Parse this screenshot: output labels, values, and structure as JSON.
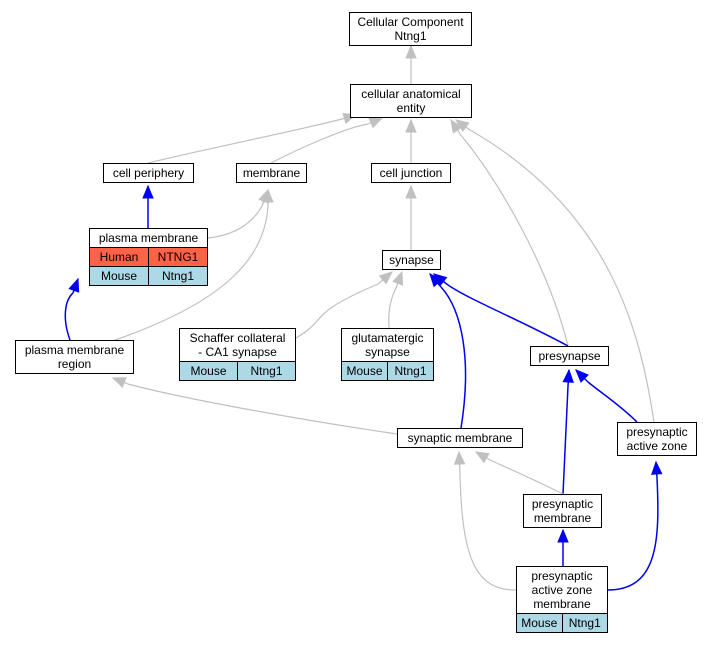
{
  "colors": {
    "is_a": "#c0c0c0",
    "part_of": "#0000ee",
    "human": "#ff6347",
    "mouse": "#add8e6"
  },
  "nodes": [
    {
      "id": "cc",
      "lines": [
        "Cellular Component",
        "Ntng1"
      ]
    },
    {
      "id": "cae",
      "lines": [
        "cellular anatomical",
        "entity"
      ]
    },
    {
      "id": "cp",
      "lines": [
        "cell periphery"
      ]
    },
    {
      "id": "mem",
      "lines": [
        "membrane"
      ]
    },
    {
      "id": "cj",
      "lines": [
        "cell junction"
      ]
    },
    {
      "id": "pm",
      "lines": [
        "plasma membrane"
      ],
      "rows": [
        {
          "species": "Human",
          "gene": "NTNG1",
          "color": "human"
        },
        {
          "species": "Mouse",
          "gene": "Ntng1",
          "color": "mouse"
        }
      ]
    },
    {
      "id": "syn",
      "lines": [
        "synapse"
      ]
    },
    {
      "id": "pmr",
      "lines": [
        "plasma membrane",
        "region"
      ]
    },
    {
      "id": "sch",
      "lines": [
        "Schaffer collateral",
        "- CA1 synapse"
      ],
      "rows": [
        {
          "species": "Mouse",
          "gene": "Ntng1",
          "color": "mouse"
        }
      ]
    },
    {
      "id": "glu",
      "lines": [
        "glutamatergic",
        "synapse"
      ],
      "rows": [
        {
          "species": "Mouse",
          "gene": "Ntng1",
          "color": "mouse"
        }
      ]
    },
    {
      "id": "pre",
      "lines": [
        "presynapse"
      ]
    },
    {
      "id": "pre_az",
      "lines": [
        "presynaptic",
        "active zone"
      ]
    },
    {
      "id": "sm",
      "lines": [
        "synaptic membrane"
      ]
    },
    {
      "id": "pre_m",
      "lines": [
        "presynaptic",
        "membrane"
      ]
    },
    {
      "id": "azm",
      "lines": [
        "presynaptic",
        "active zone",
        "membrane"
      ],
      "rows": [
        {
          "species": "Mouse",
          "gene": "Ntng1",
          "color": "mouse"
        }
      ]
    }
  ],
  "edges": [
    {
      "from": "cae",
      "to": "cc",
      "type": "is_a"
    },
    {
      "from": "cp",
      "to": "cae",
      "type": "is_a"
    },
    {
      "from": "mem",
      "to": "cae",
      "type": "is_a"
    },
    {
      "from": "cj",
      "to": "cae",
      "type": "is_a"
    },
    {
      "from": "pre",
      "to": "cae",
      "type": "is_a"
    },
    {
      "from": "pre_az",
      "to": "cae",
      "type": "is_a"
    },
    {
      "from": "pm",
      "to": "cp",
      "type": "part_of"
    },
    {
      "from": "pm",
      "to": "mem",
      "type": "is_a"
    },
    {
      "from": "pmr",
      "to": "mem",
      "type": "is_a"
    },
    {
      "from": "syn",
      "to": "cj",
      "type": "is_a"
    },
    {
      "from": "pmr",
      "to": "pm",
      "type": "part_of"
    },
    {
      "from": "sch",
      "to": "syn",
      "type": "is_a"
    },
    {
      "from": "glu",
      "to": "syn",
      "type": "is_a"
    },
    {
      "from": "pre",
      "to": "syn",
      "type": "part_of"
    },
    {
      "from": "sm",
      "to": "syn",
      "type": "part_of"
    },
    {
      "from": "sm",
      "to": "pmr",
      "type": "is_a"
    },
    {
      "from": "pre_az",
      "to": "pre",
      "type": "part_of"
    },
    {
      "from": "pre_m",
      "to": "pre",
      "type": "part_of"
    },
    {
      "from": "pre_m",
      "to": "sm",
      "type": "is_a"
    },
    {
      "from": "azm",
      "to": "sm",
      "type": "is_a"
    },
    {
      "from": "azm",
      "to": "pre_m",
      "type": "part_of"
    },
    {
      "from": "azm",
      "to": "pre_az",
      "type": "part_of"
    }
  ]
}
